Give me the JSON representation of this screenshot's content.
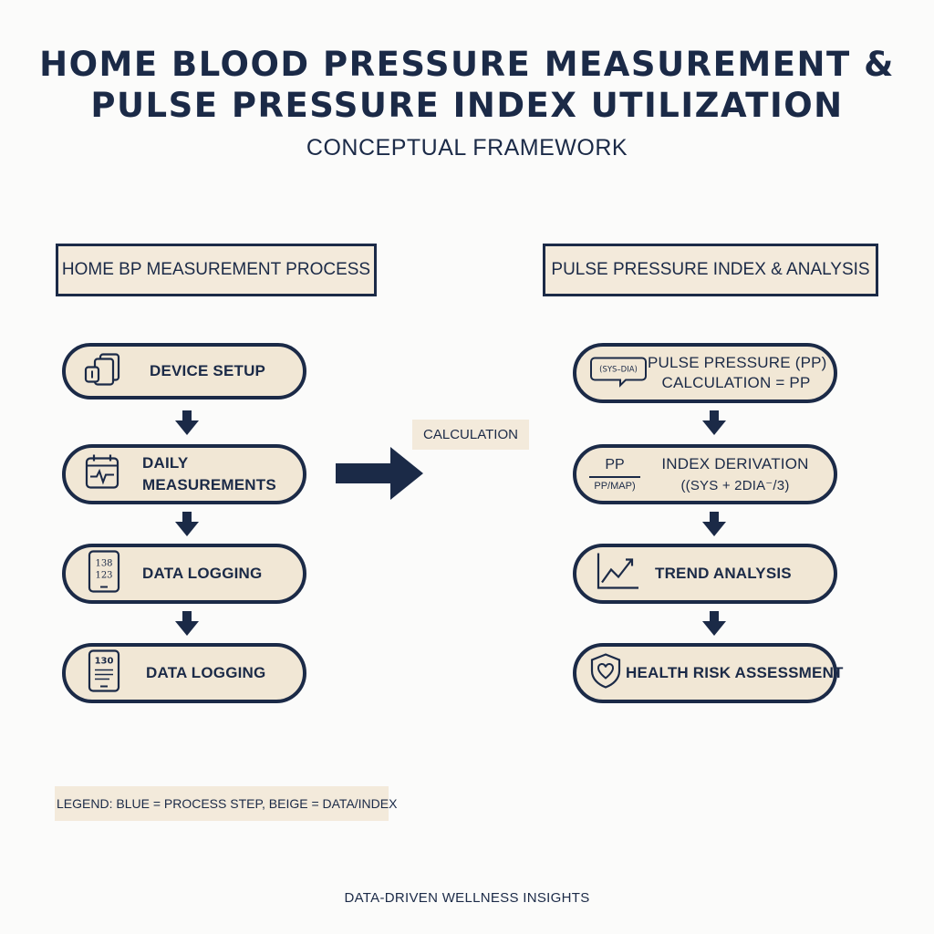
{
  "title": {
    "line1": "HOME BLOOD PRESSURE MEASUREMENT &",
    "line2": "PULSE PRESSURE INDEX UTILIZATION"
  },
  "subtitle": "CONCEPTUAL FRAMEWORK",
  "left_column": {
    "header": "HOME BP MEASUREMENT PROCESS",
    "steps": [
      {
        "label": "DEVICE SETUP",
        "icon": "blood-pressure-device-icon"
      },
      {
        "label_line1": "DAILY",
        "label_line2": "MEASUREMENTS",
        "icon": "calendar-heartbeat-icon"
      },
      {
        "label": "DATA LOGGING",
        "icon": "tablet-log-icon",
        "icon_text_1": "138",
        "icon_text_2": "123"
      },
      {
        "label": "DATA LOGGING",
        "icon": "tablet-list-icon",
        "icon_text_1": "130"
      }
    ]
  },
  "connector": {
    "label": "CALCULATION",
    "icon": "right-arrow-icon"
  },
  "right_column": {
    "header": "PULSE PRESSURE INDEX & ANALYSIS",
    "steps": [
      {
        "label_line1": "PULSE PRESSURE (PP)",
        "label_line2": "CALCULATION = PP",
        "icon": "speech-bubble-formula-icon",
        "icon_text": "(SYS–DIA)"
      },
      {
        "label_line1": "INDEX DERIVATION",
        "label_line2": "((SYS + 2DIA⁻/3)",
        "icon": "fraction-icon",
        "frac_num": "PP",
        "frac_den": "PP/MAP)"
      },
      {
        "label": "TREND ANALYSIS",
        "icon": "trend-chart-icon"
      },
      {
        "label": "HEALTH RISK ASSESSMENT",
        "icon": "shield-heart-icon"
      }
    ]
  },
  "legend": "LEGEND: BLUE = PROCESS STEP, BEIGE = DATA/INDEX",
  "footer": "DATA-DRIVEN WELLNESS INSIGHTS",
  "colors": {
    "navy": "#1b2a47",
    "beige": "#f1e7d5",
    "background": "#fbfbfa"
  }
}
